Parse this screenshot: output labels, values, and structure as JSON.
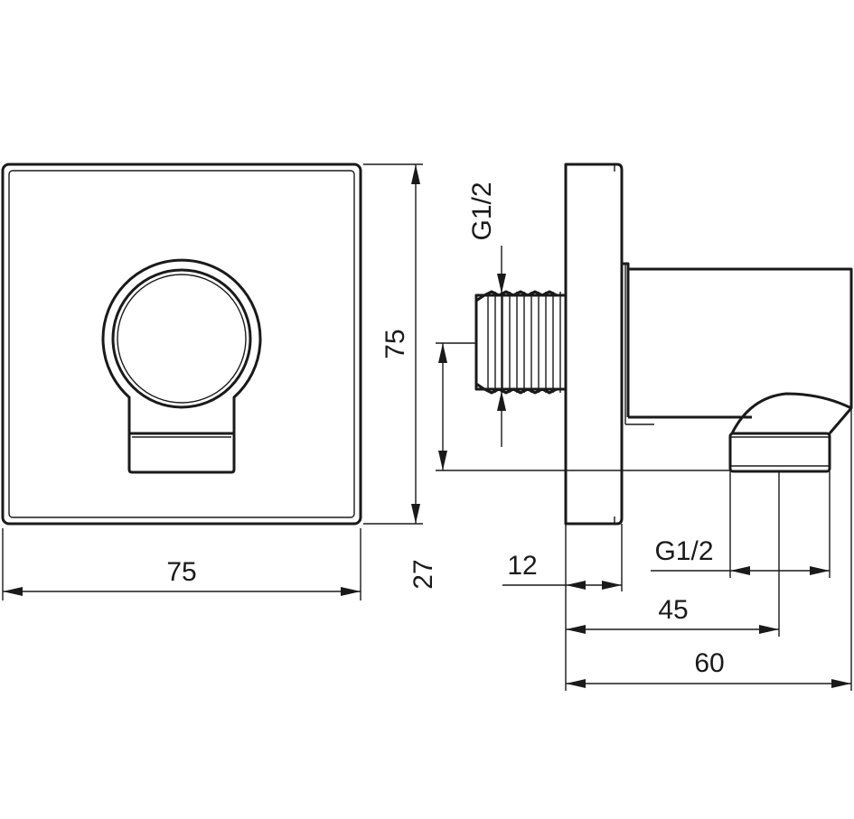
{
  "dimensions": {
    "front_width": "75",
    "front_height": "75",
    "inlet_thread": "G1/2",
    "outlet_thread": "G1/2",
    "outlet_offset": "27",
    "plate_thickness": "12",
    "outlet_depth": "45",
    "total_depth": "60"
  }
}
